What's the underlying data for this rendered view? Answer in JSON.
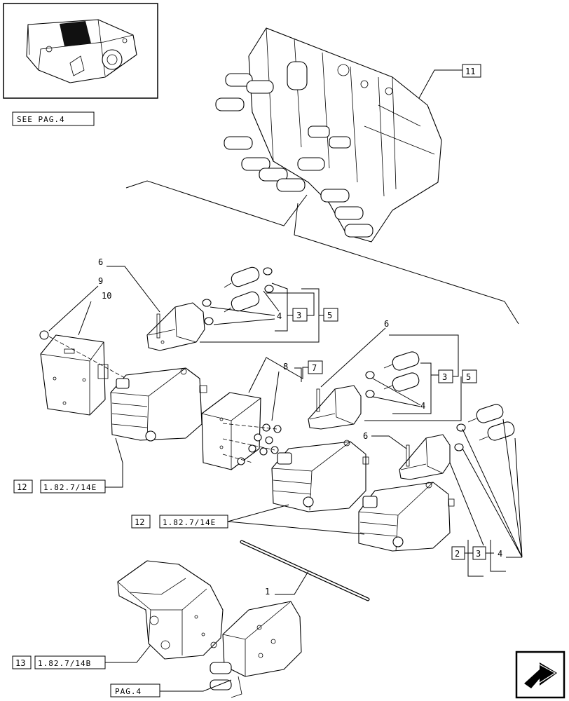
{
  "thumbnail": {
    "icon": "tractor-rear-housing-thumbnail"
  },
  "nav": {
    "see_page": "SEE PAG.4",
    "arrow_icon": "next-page-arrow"
  },
  "callouts": {
    "c11": "11",
    "c6a": "6",
    "c9": "9",
    "c10": "10",
    "c4a": "4",
    "c3a": "3",
    "c5a": "5",
    "c6b": "6",
    "c8": "8",
    "c7": "7",
    "c3b": "3",
    "c5b": "5",
    "c4b": "4",
    "c6c": "6",
    "c12a_num": "12",
    "c12a_ref": "1.82.7/14E",
    "c12b_num": "12",
    "c12b_ref": "1.82.7/14E",
    "c1": "1",
    "c2": "2",
    "c3c": "3",
    "c4c": "4",
    "c13_num": "13",
    "c13_ref": "1.82.7/14B",
    "pag4": "PAG.4"
  }
}
